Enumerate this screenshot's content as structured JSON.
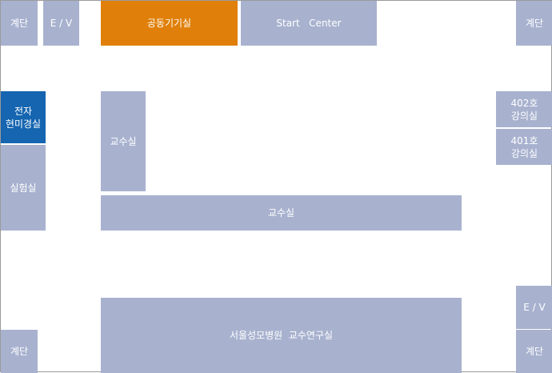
{
  "colors": {
    "room": "#a8b2cf",
    "highlight_orange": "#e0800a",
    "highlight_blue": "#1565b0",
    "text": "#ffffff",
    "border": "#9a9a9a"
  },
  "rooms": {
    "stairs_top_left": "계단",
    "ev_top_left": "E / V",
    "common_equipment_room": "공동기기실",
    "start_center": "Start   Center",
    "stairs_top_right": "계단",
    "electron_microscope_room": "전자\n현미경실",
    "lab_room": "실험실",
    "professor_office_tall": "교수실",
    "lecture_402": "402호\n강의실",
    "lecture_401": "401호\n강의실",
    "professor_office_wide": "교수실",
    "research_room": "서울성모병원  교수연구실",
    "ev_bottom_right": "E / V",
    "stairs_bottom_left": "계단",
    "stairs_bottom_right": "계단"
  }
}
